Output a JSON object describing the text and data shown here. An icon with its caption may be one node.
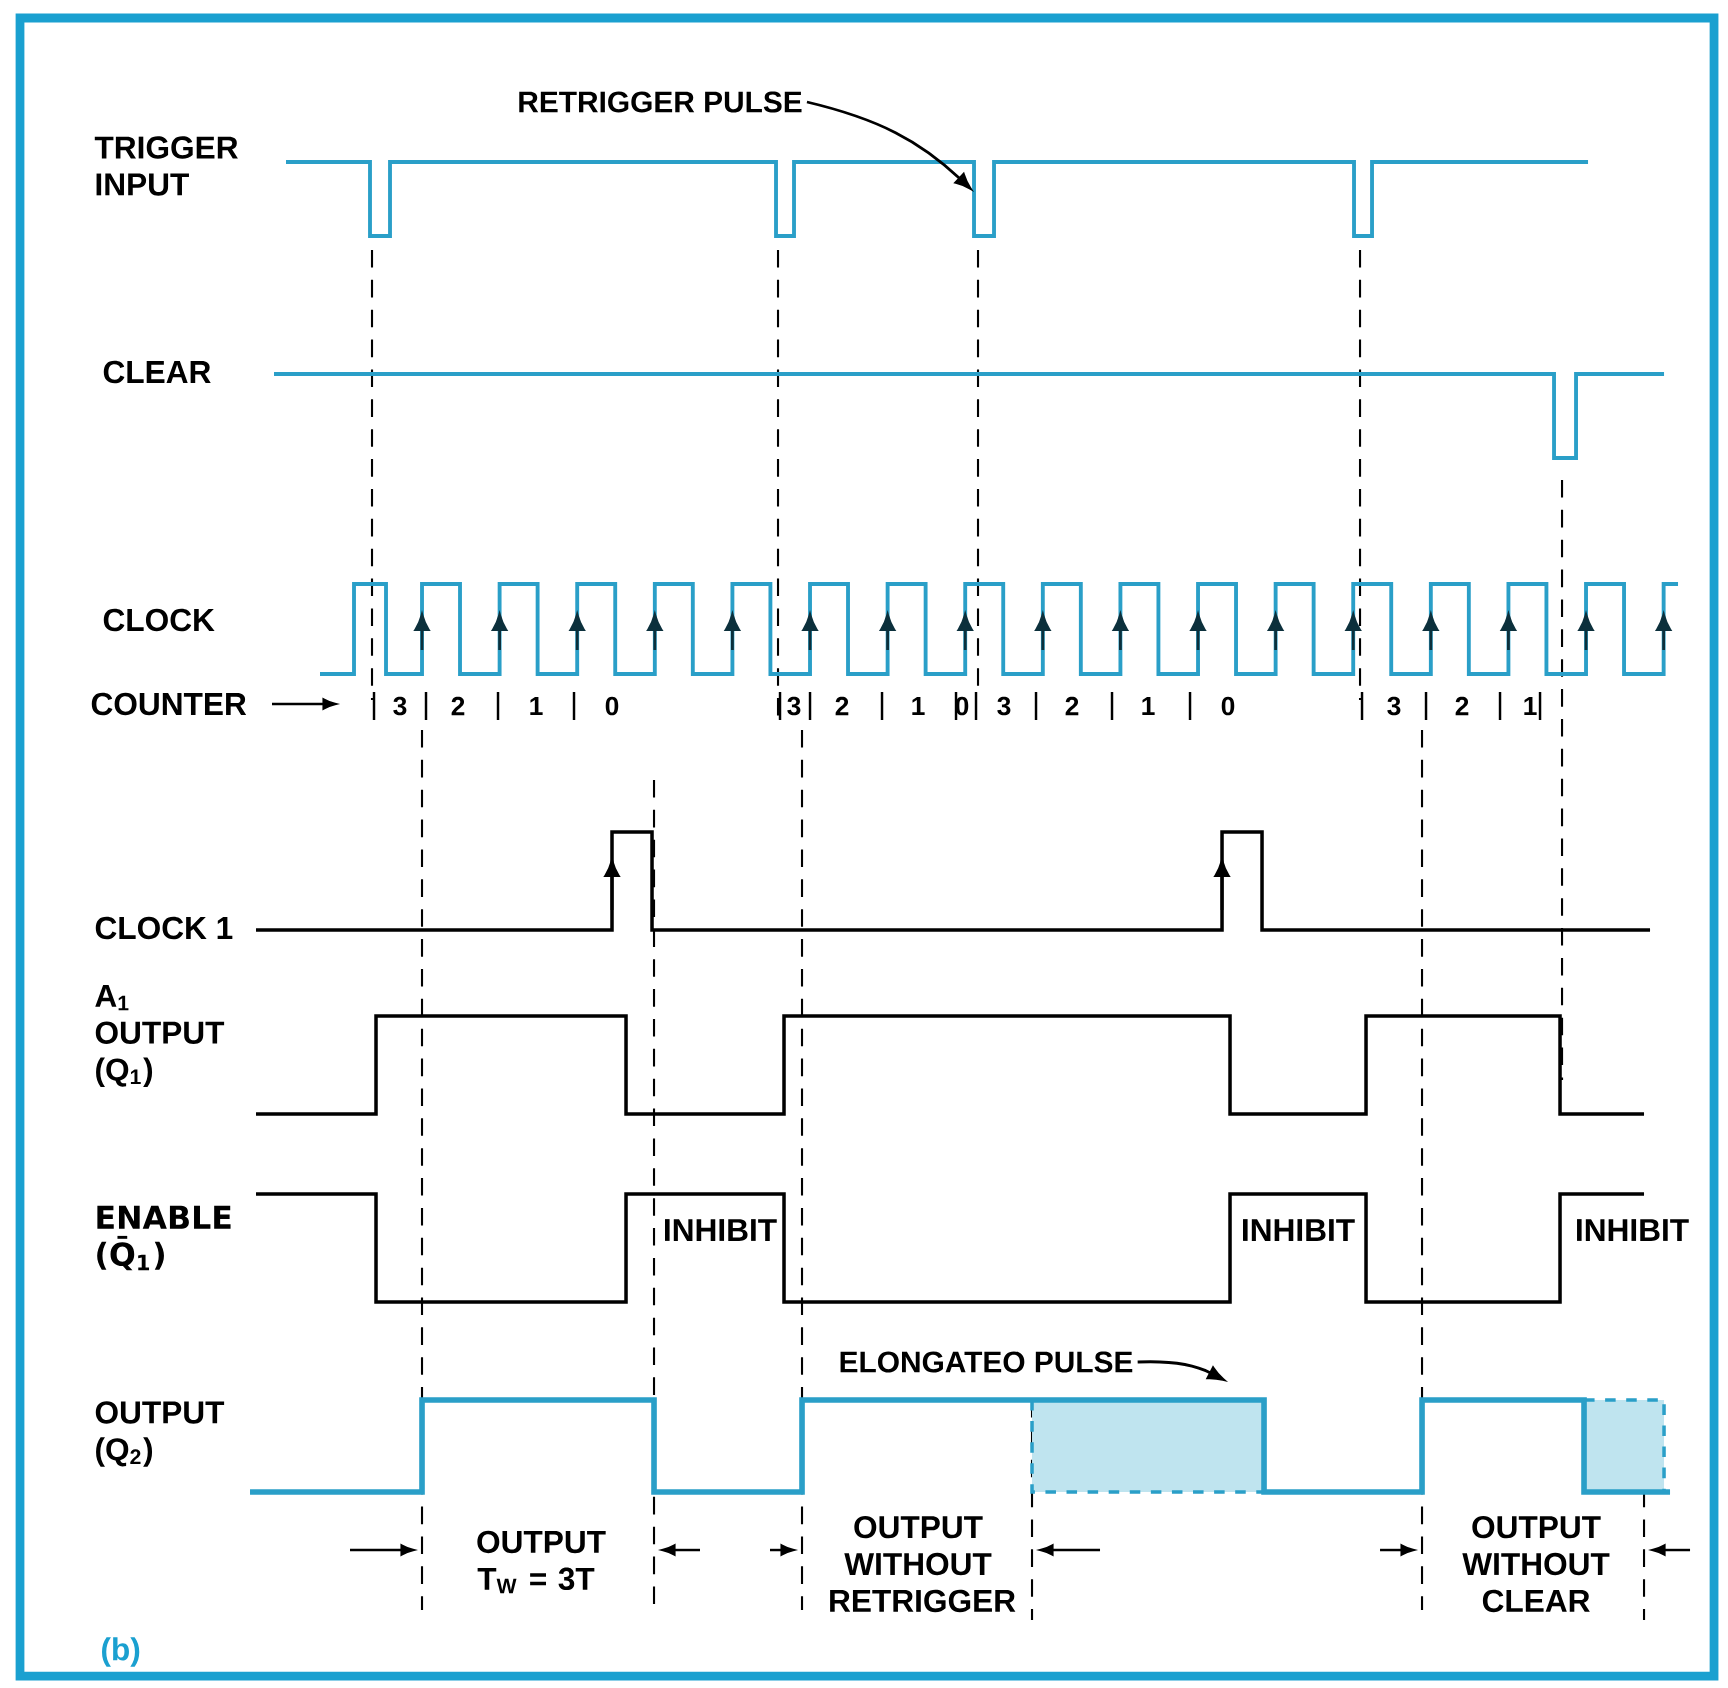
{
  "diagram": {
    "caption": "(b)",
    "nodes": [
      {
        "text": [
          "RETRIGGER PULSE"
        ]
      },
      {
        "text": [
          "ELONGATEO PULSE"
        ]
      }
    ],
    "edges": [
      {
        "from": 0,
        "to": null,
        "arrow": "to"
      },
      {
        "from": 1,
        "to": null,
        "arrow": "to"
      }
    ],
    "labels": [
      "TRIGGER INPUT",
      "CLEAR",
      "CLOCK",
      "COUNTER",
      "3",
      "2",
      "1",
      "0",
      "3",
      "2",
      "1",
      "0",
      "3",
      "2",
      "1",
      "0",
      "3",
      "2",
      "1",
      "CLOCK 1",
      "A$_{1}$ OUTPUT (Q$_{1}$)",
      "ENABLE (Q̄$_{1}$)",
      "INHIBIT",
      "INHIBIT",
      "INHIBIT",
      "OUTPUT (Q$_{2}$)",
      "OUTPUT T$_{W}$ = 3T",
      "OUTPUT WITHOUT RETRIGGER",
      "OUTPUT WITHOUT CLEAR"
    ]
  }
}
